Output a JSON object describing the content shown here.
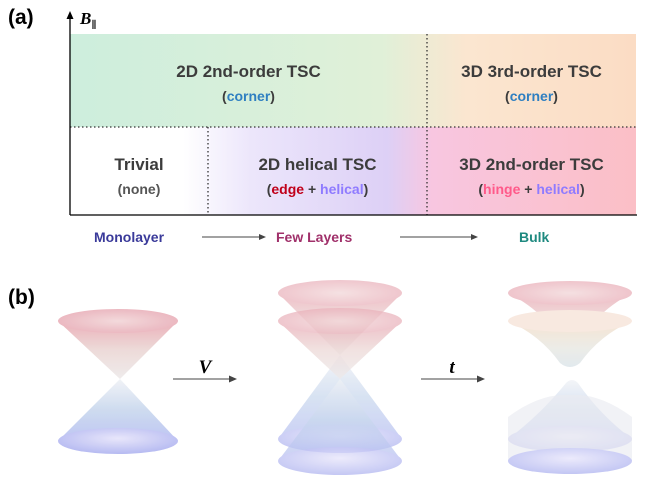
{
  "panel_a": {
    "label": "(a)",
    "y_axis_label": "B",
    "y_axis_subscript": "∥",
    "regions": {
      "top_left": {
        "title": "2D 2nd-order TSC",
        "open": "(",
        "part1": "corner",
        "close": ")"
      },
      "top_right": {
        "title": "3D 3rd-order TSC",
        "open": "(",
        "part1": "corner",
        "close": ")"
      },
      "bottom_left": {
        "title": "Trivial",
        "sub": "(none)"
      },
      "bottom_mid": {
        "title": "2D helical TSC",
        "open": "(",
        "part1": "edge",
        "plus": " + ",
        "part2": "helical",
        "close": ")"
      },
      "bottom_right": {
        "title": "3D 2nd-order TSC",
        "open": "(",
        "part1": "hinge",
        "plus": " + ",
        "part2": "helical",
        "close": ")"
      }
    },
    "x_labels": {
      "monolayer": "Monolayer",
      "few_layers": "Few Layers",
      "bulk": "Bulk"
    }
  },
  "panel_b": {
    "label": "(b)",
    "arrow1_label": "V",
    "arrow2_label": "t"
  },
  "colors": {
    "corner": "#2f7fc1",
    "edge": "#c0001a",
    "helical": "#8f7bff",
    "hinge": "#ff5a8a",
    "monolayer": "#3a3a9a",
    "few_layers": "#a0306a",
    "bulk": "#1f8a80"
  }
}
